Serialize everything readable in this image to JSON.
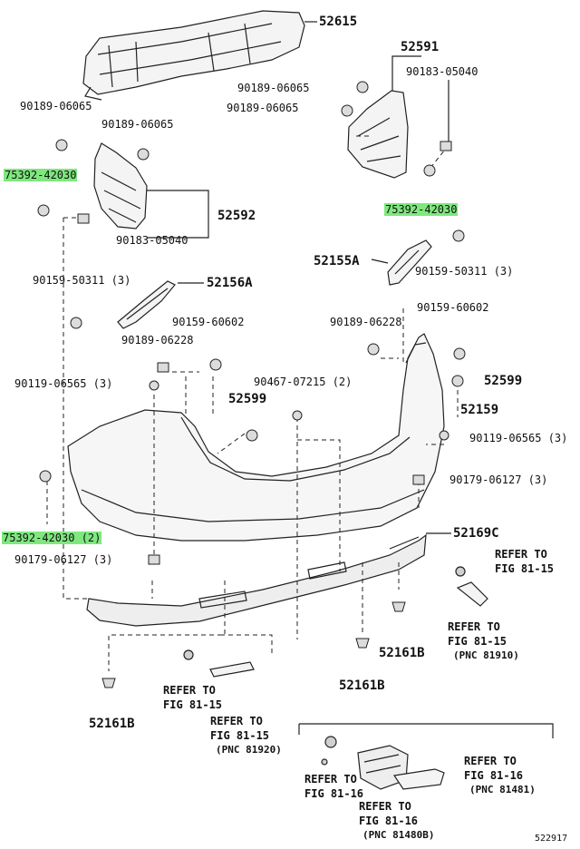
{
  "colors": {
    "highlight": "#7ee87e",
    "ink": "#111111"
  },
  "labels": {
    "p52615": "52615",
    "p52591": "52591",
    "p90189_06065_a": "90189-06065",
    "p90183_05040_a": "90183-05040",
    "p90189_06065_b": "90189-06065",
    "p90189_06065_c": "90189-06065",
    "p90189_06065_d": "90189-06065",
    "p75392_42030_a": "75392-42030",
    "p75392_42030_b": "75392-42030",
    "p52592": "52592",
    "p90183_05040_b": "90183-05040",
    "p52155A": "52155A",
    "p90159_50311_a": "90159-50311 (3)",
    "p90159_50311_b": "90159-50311 (3)",
    "p52156A": "52156A",
    "p90159_60602_a": "90159-60602",
    "p90189_06228_a": "90189-06228",
    "p90159_60602_b": "90159-60602",
    "p90189_06228_b": "90189-06228",
    "p90119_06565_a": "90119-06565 (3)",
    "p90467_07215": "90467-07215 (2)",
    "p52599_a": "52599",
    "p52599_b": "52599",
    "p52159": "52159",
    "p90119_06565_b": "90119-06565 (3)",
    "p90179_06127_a": "90179-06127 (3)",
    "p75392_42030_c": "75392-42030 (2)",
    "p52169C": "52169C",
    "p90179_06127_b": "90179-06127 (3)",
    "p52161B_a": "52161B",
    "p52161B_b": "52161B",
    "p52161B_c": "52161B",
    "ref1_a": "REFER TO",
    "ref1_b": "FIG 81-15",
    "ref2_a": "REFER TO",
    "ref2_b": "FIG 81-15",
    "ref2_c": "(PNC 81910)",
    "ref3_a": "REFER TO",
    "ref3_b": "FIG 81-15",
    "ref4_a": "REFER TO",
    "ref4_b": "FIG 81-15",
    "ref4_c": "(PNC 81920)",
    "ref5_a": "REFER TO",
    "ref5_b": "FIG 81-16",
    "ref5_c": "(PNC 81481)",
    "ref6_a": "REFER TO",
    "ref6_b": "FIG 81-16",
    "ref7_a": "REFER TO",
    "ref7_b": "FIG 81-16",
    "ref7_c": "(PNC 81480B)",
    "fig_id": "522917"
  }
}
